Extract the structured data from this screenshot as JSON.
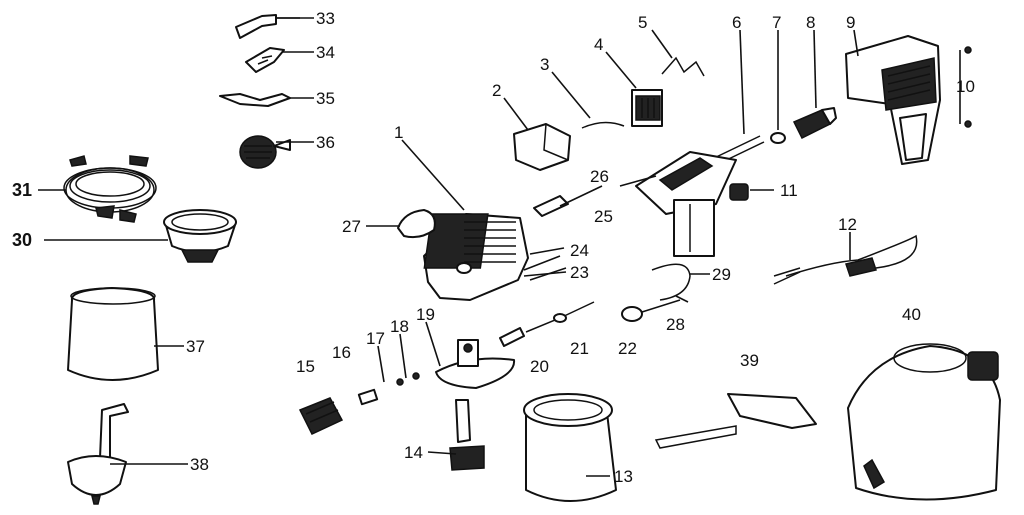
{
  "callouts": [
    "1",
    "2",
    "3",
    "4",
    "5",
    "6",
    "7",
    "8",
    "9",
    "10",
    "11",
    "12",
    "13",
    "14",
    "15",
    "16",
    "17",
    "18",
    "19",
    "20",
    "21",
    "22",
    "23",
    "24",
    "25",
    "26",
    "27",
    "28",
    "29",
    "30",
    "31",
    "33",
    "34",
    "35",
    "36",
    "37",
    "38",
    "39",
    "40"
  ]
}
